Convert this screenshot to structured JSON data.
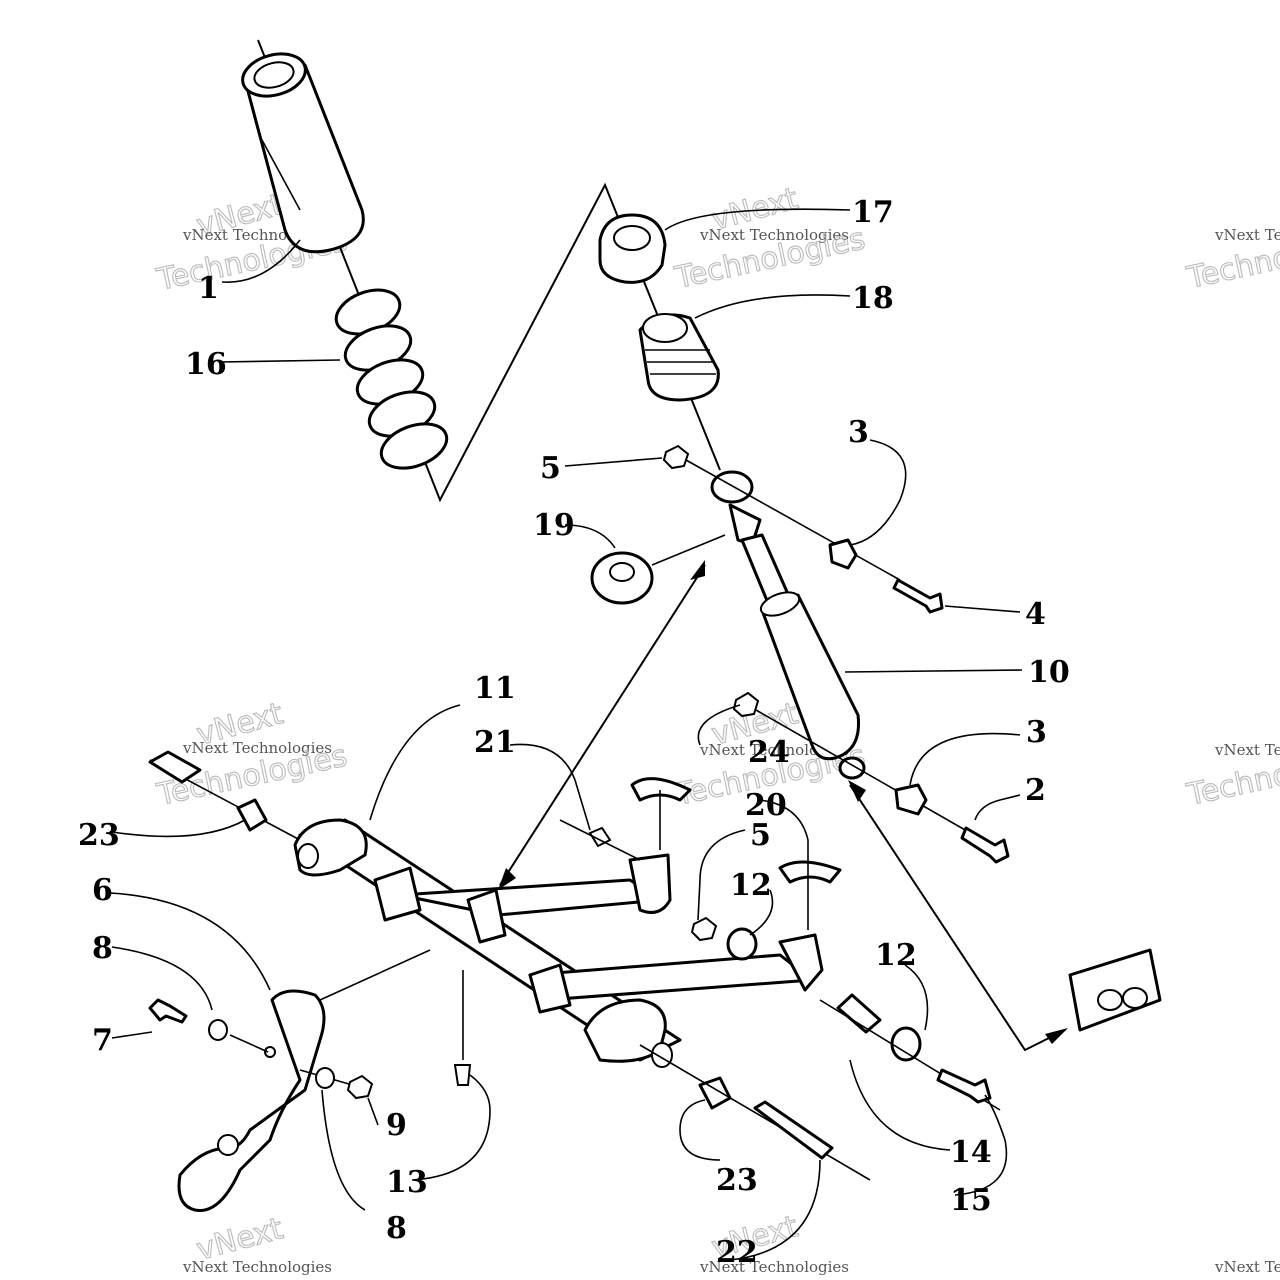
{
  "callouts": [
    "1",
    "2",
    "3",
    "3",
    "4",
    "5",
    "5",
    "6",
    "7",
    "8",
    "8",
    "9",
    "10",
    "11",
    "12",
    "12",
    "13",
    "14",
    "15",
    "16",
    "17",
    "18",
    "19",
    "20",
    "21",
    "22",
    "23",
    "23",
    "24"
  ],
  "watermark": {
    "brand": "vNext",
    "line1": "vNext Technologies",
    "line2": "Technologies"
  },
  "colors": {
    "ink": "#000000",
    "paper": "#ffffff",
    "watermark": "#bbbbbb"
  }
}
